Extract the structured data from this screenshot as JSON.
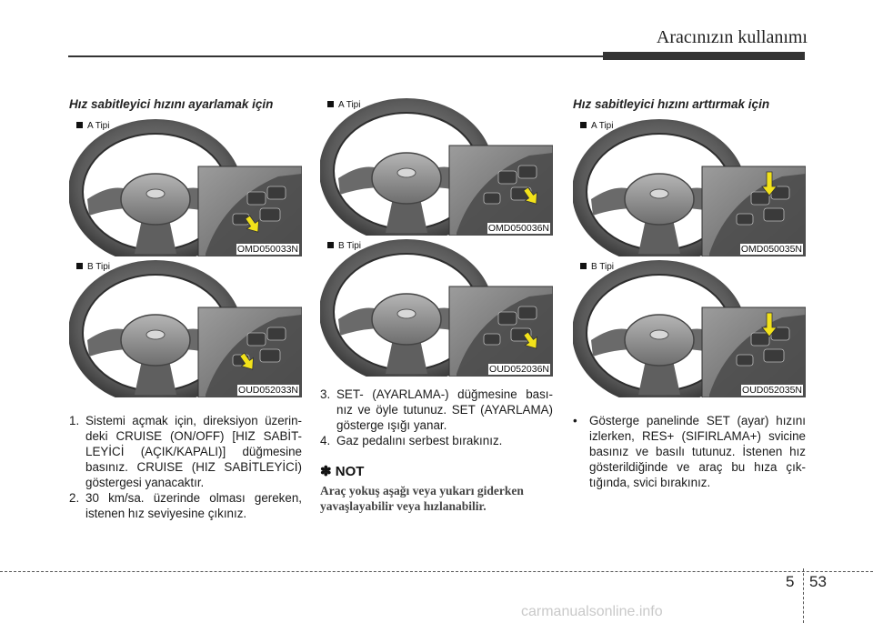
{
  "header": {
    "title": "Aracınızın kullanımı"
  },
  "col1": {
    "heading": "Hız sabitleyici hızını ayarlamak için",
    "panel_a": {
      "type_label": "A Tipi",
      "code": "OMD050033N"
    },
    "panel_b": {
      "type_label": "B Tipi",
      "code": "OUD052033N"
    },
    "steps": [
      {
        "num": "1.",
        "text": "Sistemi açmak için, direksiyon üzerin-deki CRUISE (ON/OFF) [HIZ SABİT-LEYİCİ (AÇIK/KAPALI)] düğmesine basınız. CRUISE (HIZ SABİTLEYİCİ) göstergesi yanacaktır."
      },
      {
        "num": "2.",
        "text": "30 km/sa. üzerinde olması gereken, istenen hız seviyesine çıkınız."
      }
    ]
  },
  "col2": {
    "panel_a": {
      "type_label": "A Tipi",
      "code": "OMD050036N"
    },
    "panel_b": {
      "type_label": "B Tipi",
      "code": "OUD052036N"
    },
    "steps": [
      {
        "num": "3.",
        "text": "SET- (AYARLAMA-) düğmesine bası-nız ve öyle tutunuz. SET (AYARLAMA) gösterge ışığı yanar."
      },
      {
        "num": "4.",
        "text": "Gaz pedalını serbest bırakınız."
      }
    ],
    "note": {
      "title": "✽ NOT",
      "text": "Araç yokuş aşağı veya yukarı giderken yavaşlayabilir veya hızlanabilir."
    }
  },
  "col3": {
    "heading": "Hız sabitleyici hızını arttırmak için",
    "panel_a": {
      "type_label": "A Tipi",
      "code": "OMD050035N"
    },
    "panel_b": {
      "type_label": "B Tipi",
      "code": "OUD052035N"
    },
    "bullets": [
      {
        "num": "•",
        "text": "Gösterge panelinde SET (ayar) hızını izlerken, RES+ (SIFIRLAMA+) svicine basınız ve basılı tutunuz. İstenen hız gösterildiğinde ve araç bu hıza çık-tığında, svici bırakınız."
      }
    ]
  },
  "footer": {
    "chapter": "5",
    "page": "53"
  },
  "watermark": "carmanualsonline.info",
  "colors": {
    "accent_arrow": "#f2e21a",
    "panel_gray": "#8a8a8a"
  }
}
